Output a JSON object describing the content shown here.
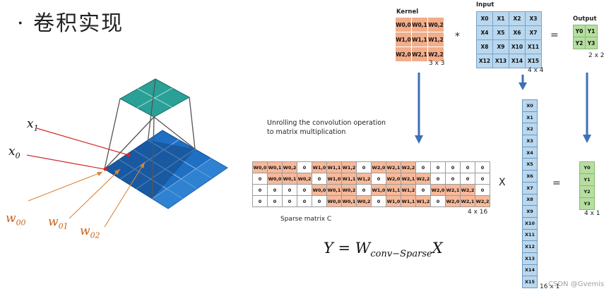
{
  "title": "· 卷积实现",
  "kernel": {
    "label": "Kernel",
    "cells": [
      [
        "W0,0",
        "W0,1",
        "W0,2"
      ],
      [
        "W1,0",
        "W1,1",
        "W1,2"
      ],
      [
        "W2,0",
        "W2,1",
        "W2,2"
      ]
    ],
    "dim": "3 x 3"
  },
  "input": {
    "label": "Input",
    "cells": [
      [
        "X0",
        "X1",
        "X2",
        "X3"
      ],
      [
        "X4",
        "X5",
        "X6",
        "X7"
      ],
      [
        "X8",
        "X9",
        "X10",
        "X11"
      ],
      [
        "X12",
        "X13",
        "X14",
        "X15"
      ]
    ],
    "dim": "4 x 4"
  },
  "output": {
    "label": "Output",
    "cells": [
      [
        "Y0",
        "Y1"
      ],
      [
        "Y2",
        "Y3"
      ]
    ],
    "dim": "2 x 2"
  },
  "ops": {
    "conv": "*",
    "eq1": "=",
    "times": "X",
    "eq2": "="
  },
  "unroll_text": [
    "Unrolling the convolution operation",
    "to matrix multiplication"
  ],
  "sparse": {
    "rows": [
      [
        "W0,0",
        "W0,1",
        "W0,2",
        "0",
        "W1,0",
        "W1,1",
        "W1,2",
        "0",
        "W2,0",
        "W2,1",
        "W2,2",
        "0",
        "0",
        "0",
        "0",
        "0"
      ],
      [
        "0",
        "W0,0",
        "W0,1",
        "W0,2",
        "0",
        "W1,0",
        "W1,1",
        "W1,2",
        "0",
        "W2,0",
        "W2,1",
        "W2,2",
        "0",
        "0",
        "0",
        "0"
      ],
      [
        "0",
        "0",
        "0",
        "0",
        "W0,0",
        "W0,1",
        "W0,2",
        "0",
        "W1,0",
        "W1,1",
        "W1,2",
        "0",
        "W2,0",
        "W2,1",
        "W2,2",
        "0"
      ],
      [
        "0",
        "0",
        "0",
        "0",
        "0",
        "W0,0",
        "W0,1",
        "W0,2",
        "0",
        "W1,0",
        "W1,1",
        "W1,2",
        "0",
        "W2,0",
        "W2,1",
        "W2,2"
      ]
    ],
    "label": "Sparse matrix C",
    "dim": "4 x 16"
  },
  "col_x": {
    "cells": [
      "X0",
      "X1",
      "X2",
      "X3",
      "X4",
      "X5",
      "X6",
      "X7",
      "X8",
      "X9",
      "X10",
      "X11",
      "X12",
      "X13",
      "X14",
      "X15"
    ],
    "dim": "16 x 1"
  },
  "col_y": {
    "cells": [
      "Y0",
      "Y1",
      "Y2",
      "Y3"
    ],
    "dim": "4 x 1"
  },
  "formula": {
    "lhs": "Y = W",
    "sub": "conv−Sparse",
    "rhs": "X"
  },
  "diagram": {
    "x1": "x",
    "x1_sub": "1",
    "x0": "x",
    "x0_sub": "0",
    "w00": "w",
    "w00_sub": "00",
    "w01": "w",
    "w01_sub": "01",
    "w02": "w",
    "w02_sub": "02"
  },
  "watermark": "CSDN @Gvemis",
  "colors": {
    "kernel": "#f2ad8a",
    "input": "#b9d7ee",
    "output": "#b6dea0",
    "arrow": "#3f6fb5",
    "w_label": "#c8621b"
  }
}
